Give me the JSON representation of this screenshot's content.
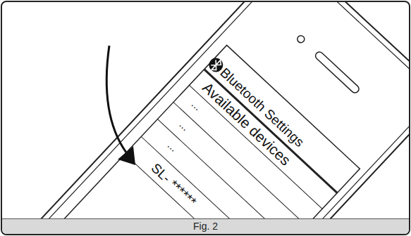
{
  "diagram": {
    "caption": "Fig. 2",
    "labels": [
      "Bluetooth Settings",
      "Available devices",
      "...",
      "...",
      "...",
      "SL- ******"
    ]
  }
}
